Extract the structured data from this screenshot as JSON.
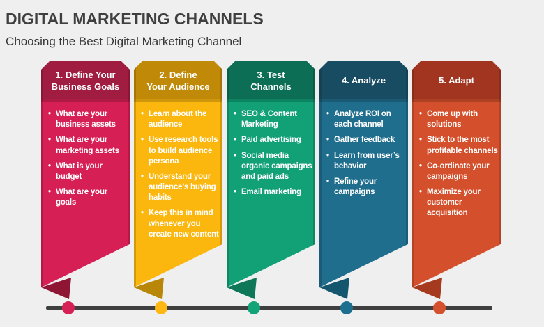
{
  "slide": {
    "title": "DIGITAL MARKETING CHANNELS",
    "subtitle": "Choosing the Best Digital Marketing Channel"
  },
  "colors": {
    "background": "#EFEFEF",
    "title_text": "#3F3F3F",
    "subtitle_text": "#363636",
    "timeline_line": "#3F3F3F",
    "bullet_text": "#FFFFFF",
    "header_text": "#FFFFFF"
  },
  "columns": [
    {
      "header": "1. Define Your",
      "header2": "Business Goals",
      "header_color": "#A01C40",
      "body_color": "#D62055",
      "fold_color": "#8F1535",
      "dot_color": "#D62055",
      "bullets": [
        "What are your business assets",
        "What are your marketing assets",
        "What is your budget",
        "What are your goals"
      ]
    },
    {
      "header": "2. Define",
      "header2": "Your Audience",
      "header_color": "#C08A08",
      "body_color": "#FBB70E",
      "fold_color": "#B98708",
      "dot_color": "#FDB813",
      "bullets": [
        "Learn about the audience",
        "Use research tools to build audience persona",
        "Understand your audience’s buying habits",
        "Keep this in mind whenever you create new content"
      ]
    },
    {
      "header": "3. Test",
      "header2": "Channels",
      "header_color": "#0C6E54",
      "body_color": "#12A077",
      "fold_color": "#0E7758",
      "dot_color": "#12A478",
      "bullets": [
        "SEO & Content Marketing",
        "Paid advertising",
        "Social media organic campaigns and paid ads",
        "Email marketing"
      ]
    },
    {
      "header": "4. Analyze",
      "header2": "",
      "header_color": "#184C62",
      "body_color": "#206E8E",
      "fold_color": "#14566E",
      "dot_color": "#1C6F8F",
      "bullets": [
        "Analyze ROI on each channel",
        "Gather feedback",
        "Learn from user’s behavior",
        "Refine your campaigns"
      ]
    },
    {
      "header": "5. Adapt",
      "header2": "",
      "header_color": "#A23520",
      "body_color": "#D4502C",
      "fold_color": "#A53A1E",
      "dot_color": "#D5502C",
      "bullets": [
        "Come up with solutions",
        "Stick to the most profitable channels",
        "Co-ordinate your campaigns",
        "Maximize your customer acquisition"
      ]
    }
  ]
}
